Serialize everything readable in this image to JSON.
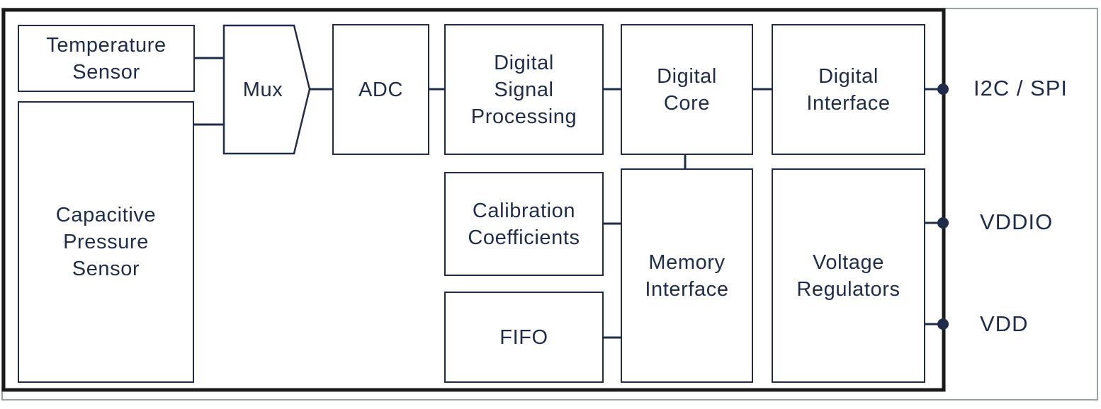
{
  "blocks": {
    "temperature_sensor": "Temperature\nSensor",
    "capacitive_pressure_sensor": "Capacitive\nPressure\nSensor",
    "mux": "Mux",
    "adc": "ADC",
    "digital_signal_processing": "Digital\nSignal\nProcessing",
    "digital_core": "Digital\nCore",
    "digital_interface": "Digital\nInterface",
    "calibration_coefficients": "Calibration\nCoefficients",
    "fifo": "FIFO",
    "memory_interface": "Memory\nInterface",
    "voltage_regulators": "Voltage\nRegulators"
  },
  "pins": {
    "i2c_spi": "I2C / SPI",
    "vddio": "VDDIO",
    "vdd": "VDD"
  },
  "colors": {
    "line": "#1f2d4a",
    "text": "#1f2d4a",
    "background": "#ffffff"
  }
}
